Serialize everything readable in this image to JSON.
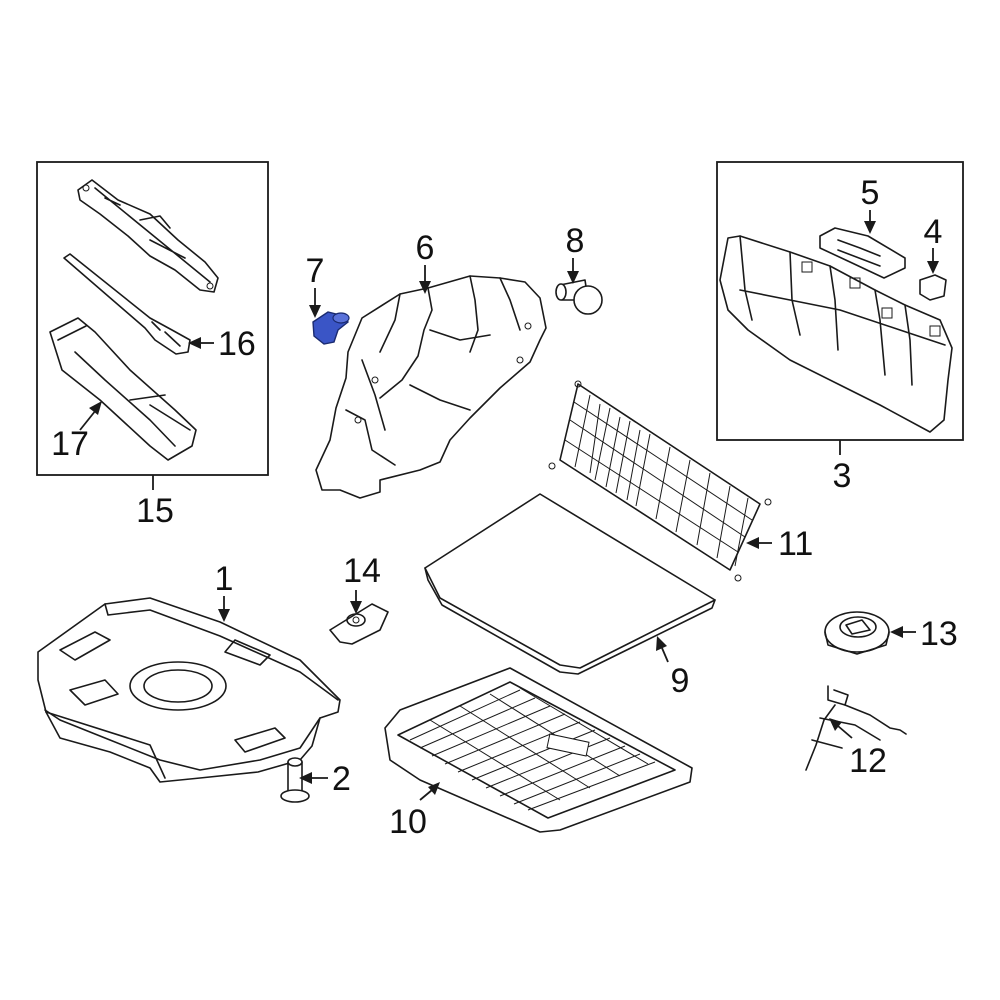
{
  "callouts": {
    "c1": "1",
    "c2": "2",
    "c3": "3",
    "c4": "4",
    "c5": "5",
    "c6": "6",
    "c7": "7",
    "c8": "8",
    "c9": "9",
    "c10": "10",
    "c11": "11",
    "c12": "12",
    "c13": "13",
    "c14": "14",
    "c15": "15",
    "c16": "16",
    "c17": "17"
  },
  "colors": {
    "highlight": "#3a55c6",
    "line": "#1a1a1a"
  }
}
